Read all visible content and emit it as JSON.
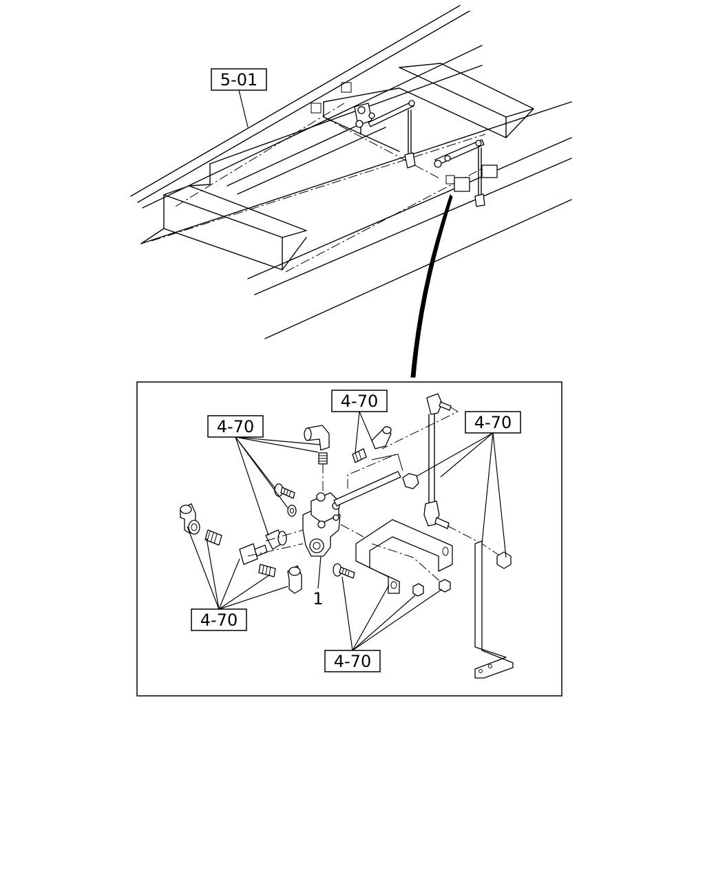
{
  "diagram": {
    "frame_reference": "5-01",
    "callouts": {
      "upper_left": "4-70",
      "upper_center": "4-70",
      "upper_right": "4-70",
      "lower_left": "4-70",
      "lower_center": "4-70"
    },
    "item_number": "1"
  }
}
